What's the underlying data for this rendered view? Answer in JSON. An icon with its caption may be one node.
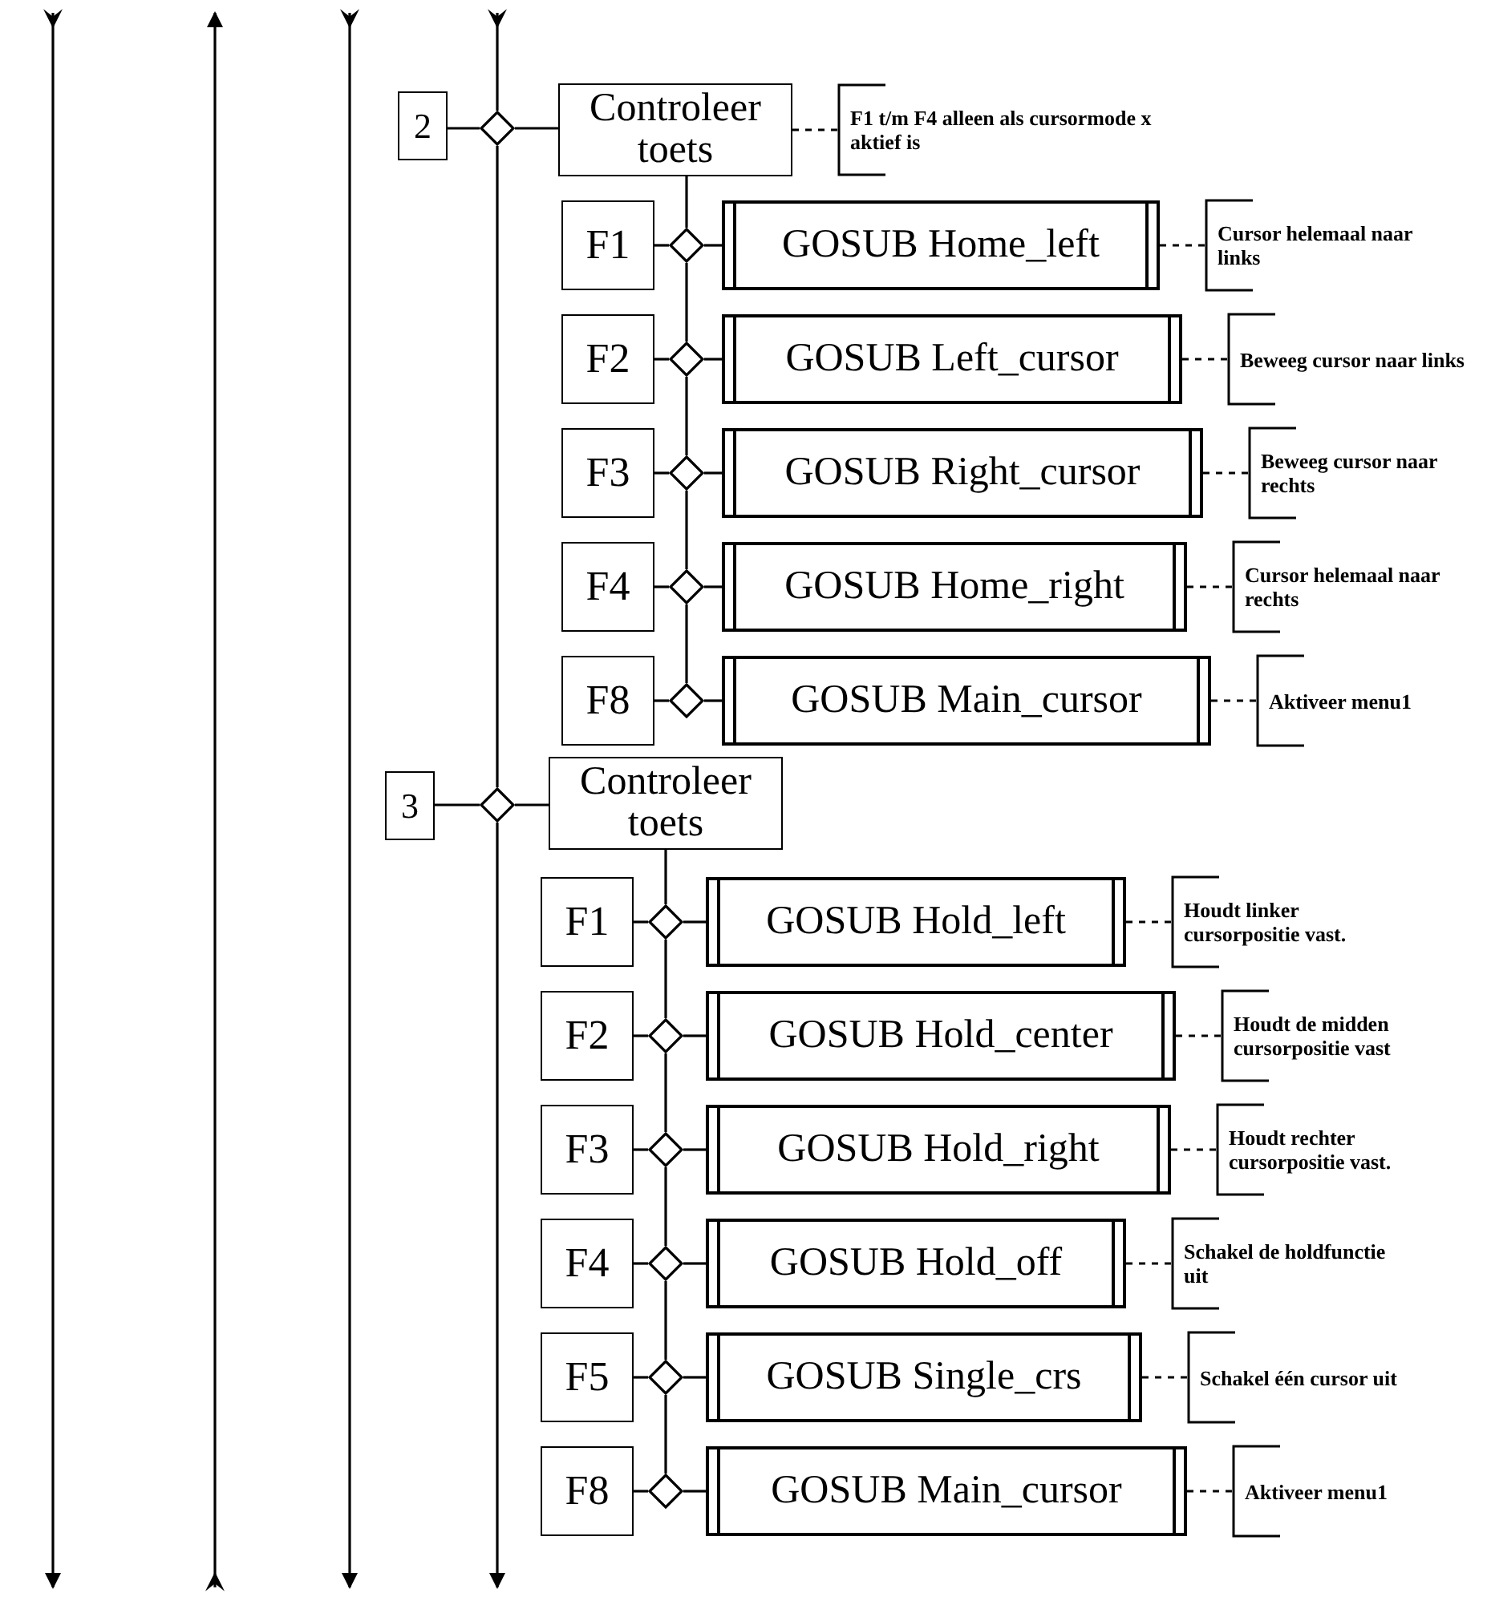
{
  "diagram": {
    "nodes": [
      {
        "text": [
          "2"
        ]
      },
      {
        "text": [],
        "shape": "diamond"
      },
      {
        "text": [
          "Controleer toets"
        ]
      },
      {
        "text": [
          "F1 t/m F4 alleen als cursormode x aktief is"
        ]
      },
      {
        "text": [
          "F1"
        ]
      },
      {
        "text": [],
        "shape": "diamond"
      },
      {
        "text": [
          "GOSUB Home_left"
        ]
      },
      {
        "text": [
          "Cursor helemaal naar links"
        ]
      },
      {
        "text": [
          "F2"
        ]
      },
      {
        "text": [],
        "shape": "diamond"
      },
      {
        "text": [
          "GOSUB Left_cursor"
        ]
      },
      {
        "text": [
          "Beweeg cursor naar links"
        ]
      },
      {
        "text": [
          "F3"
        ]
      },
      {
        "text": [],
        "shape": "diamond"
      },
      {
        "text": [
          "GOSUB Right_cursor"
        ]
      },
      {
        "text": [
          "Beweeg cursor naar rechts"
        ]
      },
      {
        "text": [
          "F4"
        ]
      },
      {
        "text": [],
        "shape": "diamond"
      },
      {
        "text": [
          "GOSUB Home_right"
        ]
      },
      {
        "text": [
          "Cursor helemaal naar rechts"
        ]
      },
      {
        "text": [
          "F8"
        ]
      },
      {
        "text": [],
        "shape": "diamond"
      },
      {
        "text": [
          "GOSUB Main_cursor"
        ]
      },
      {
        "text": [
          "Aktiveer menu1"
        ]
      },
      {
        "text": [
          "3"
        ]
      },
      {
        "text": [],
        "shape": "diamond"
      },
      {
        "text": [
          "Controleer toets"
        ]
      },
      {
        "text": [
          "F1"
        ]
      },
      {
        "text": [],
        "shape": "diamond"
      },
      {
        "text": [
          "GOSUB Hold_left"
        ]
      },
      {
        "text": [
          "Houdt linker cursorpositie vast."
        ]
      },
      {
        "text": [
          "F2"
        ]
      },
      {
        "text": [],
        "shape": "diamond"
      },
      {
        "text": [
          "GOSUB Hold_center"
        ]
      },
      {
        "text": [
          "Houdt de midden cursorpositie vast"
        ]
      },
      {
        "text": [
          "F3"
        ]
      },
      {
        "text": [],
        "shape": "diamond"
      },
      {
        "text": [
          "GOSUB Hold_right"
        ]
      },
      {
        "text": [
          "Houdt rechter cursorpositie vast."
        ]
      },
      {
        "text": [
          "F4"
        ]
      },
      {
        "text": [],
        "shape": "diamond"
      },
      {
        "text": [
          "GOSUB Hold_off"
        ]
      },
      {
        "text": [
          "Schakel de holdfunctie uit"
        ]
      },
      {
        "text": [
          "F5"
        ]
      },
      {
        "text": [],
        "shape": "diamond"
      },
      {
        "text": [
          "GOSUB Single_crs"
        ]
      },
      {
        "text": [
          "Schakel één cursor uit"
        ]
      },
      {
        "text": [
          "F8"
        ]
      },
      {
        "text": [],
        "shape": "diamond"
      },
      {
        "text": [
          "GOSUB Main_cursor"
        ]
      },
      {
        "text": [
          "Aktiveer menu1"
        ]
      }
    ],
    "edges": [
      {
        "from": null,
        "to": 1,
        "arrow": "other"
      },
      {
        "from": 0,
        "to": 1,
        "arrow": "none"
      },
      {
        "from": 1,
        "to": 2,
        "arrow": "none"
      },
      {
        "from": 2,
        "to": 3,
        "arrow": "none",
        "style": "dashed"
      },
      {
        "from": 2,
        "to": 5,
        "arrow": "none"
      },
      {
        "from": 5,
        "to": 9,
        "arrow": "none"
      },
      {
        "from": 9,
        "to": 13,
        "arrow": "none"
      },
      {
        "from": 13,
        "to": 17,
        "arrow": "none"
      },
      {
        "from": 17,
        "to": 21,
        "arrow": "none"
      },
      {
        "from": 4,
        "to": 5,
        "arrow": "none"
      },
      {
        "from": 5,
        "to": 6,
        "arrow": "none"
      },
      {
        "from": 6,
        "to": 7,
        "arrow": "none",
        "style": "dashed"
      },
      {
        "from": 8,
        "to": 9,
        "arrow": "none"
      },
      {
        "from": 9,
        "to": 10,
        "arrow": "none"
      },
      {
        "from": 10,
        "to": 11,
        "arrow": "none",
        "style": "dashed"
      },
      {
        "from": 12,
        "to": 13,
        "arrow": "none"
      },
      {
        "from": 13,
        "to": 14,
        "arrow": "none"
      },
      {
        "from": 14,
        "to": 15,
        "arrow": "none",
        "style": "dashed"
      },
      {
        "from": 16,
        "to": 17,
        "arrow": "none"
      },
      {
        "from": 17,
        "to": 18,
        "arrow": "none"
      },
      {
        "from": 18,
        "to": 19,
        "arrow": "none",
        "style": "dashed"
      },
      {
        "from": 20,
        "to": 21,
        "arrow": "none"
      },
      {
        "from": 21,
        "to": 22,
        "arrow": "none"
      },
      {
        "from": 22,
        "to": 23,
        "arrow": "none",
        "style": "dashed"
      },
      {
        "from": 1,
        "to": 25,
        "arrow": "none"
      },
      {
        "from": 24,
        "to": 25,
        "arrow": "none"
      },
      {
        "from": 25,
        "to": 26,
        "arrow": "none"
      },
      {
        "from": 26,
        "to": 28,
        "arrow": "none"
      },
      {
        "from": 28,
        "to": 32,
        "arrow": "none"
      },
      {
        "from": 32,
        "to": 36,
        "arrow": "none"
      },
      {
        "from": 36,
        "to": 40,
        "arrow": "none"
      },
      {
        "from": 40,
        "to": 44,
        "arrow": "none"
      },
      {
        "from": 44,
        "to": 48,
        "arrow": "none"
      },
      {
        "from": 27,
        "to": 28,
        "arrow": "none"
      },
      {
        "from": 28,
        "to": 29,
        "arrow": "none"
      },
      {
        "from": 29,
        "to": 30,
        "arrow": "none",
        "style": "dashed"
      },
      {
        "from": 31,
        "to": 32,
        "arrow": "none"
      },
      {
        "from": 32,
        "to": 33,
        "arrow": "none"
      },
      {
        "from": 33,
        "to": 34,
        "arrow": "none",
        "style": "dashed"
      },
      {
        "from": 35,
        "to": 36,
        "arrow": "none"
      },
      {
        "from": 36,
        "to": 37,
        "arrow": "none"
      },
      {
        "from": 37,
        "to": 38,
        "arrow": "none",
        "style": "dashed"
      },
      {
        "from": 39,
        "to": 40,
        "arrow": "none"
      },
      {
        "from": 40,
        "to": 41,
        "arrow": "none"
      },
      {
        "from": 41,
        "to": 42,
        "arrow": "none",
        "style": "dashed"
      },
      {
        "from": 43,
        "to": 44,
        "arrow": "none"
      },
      {
        "from": 44,
        "to": 45,
        "arrow": "none"
      },
      {
        "from": 45,
        "to": 46,
        "arrow": "none",
        "style": "dashed"
      },
      {
        "from": 47,
        "to": 48,
        "arrow": "none"
      },
      {
        "from": 48,
        "to": 49,
        "arrow": "none"
      },
      {
        "from": 49,
        "to": 50,
        "arrow": "none",
        "style": "dashed"
      },
      {
        "from": 25,
        "to": null,
        "arrow": "to"
      }
    ]
  }
}
